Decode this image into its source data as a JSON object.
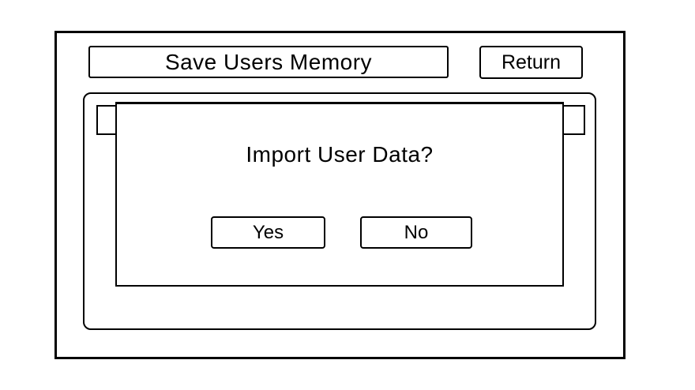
{
  "window": {
    "title": "Save Users Memory",
    "return_label": "Return"
  },
  "dialog": {
    "message": "Import User Data?",
    "yes_label": "Yes",
    "no_label": "No"
  },
  "colors": {
    "border": "#000000",
    "background": "#ffffff",
    "text": "#000000"
  }
}
